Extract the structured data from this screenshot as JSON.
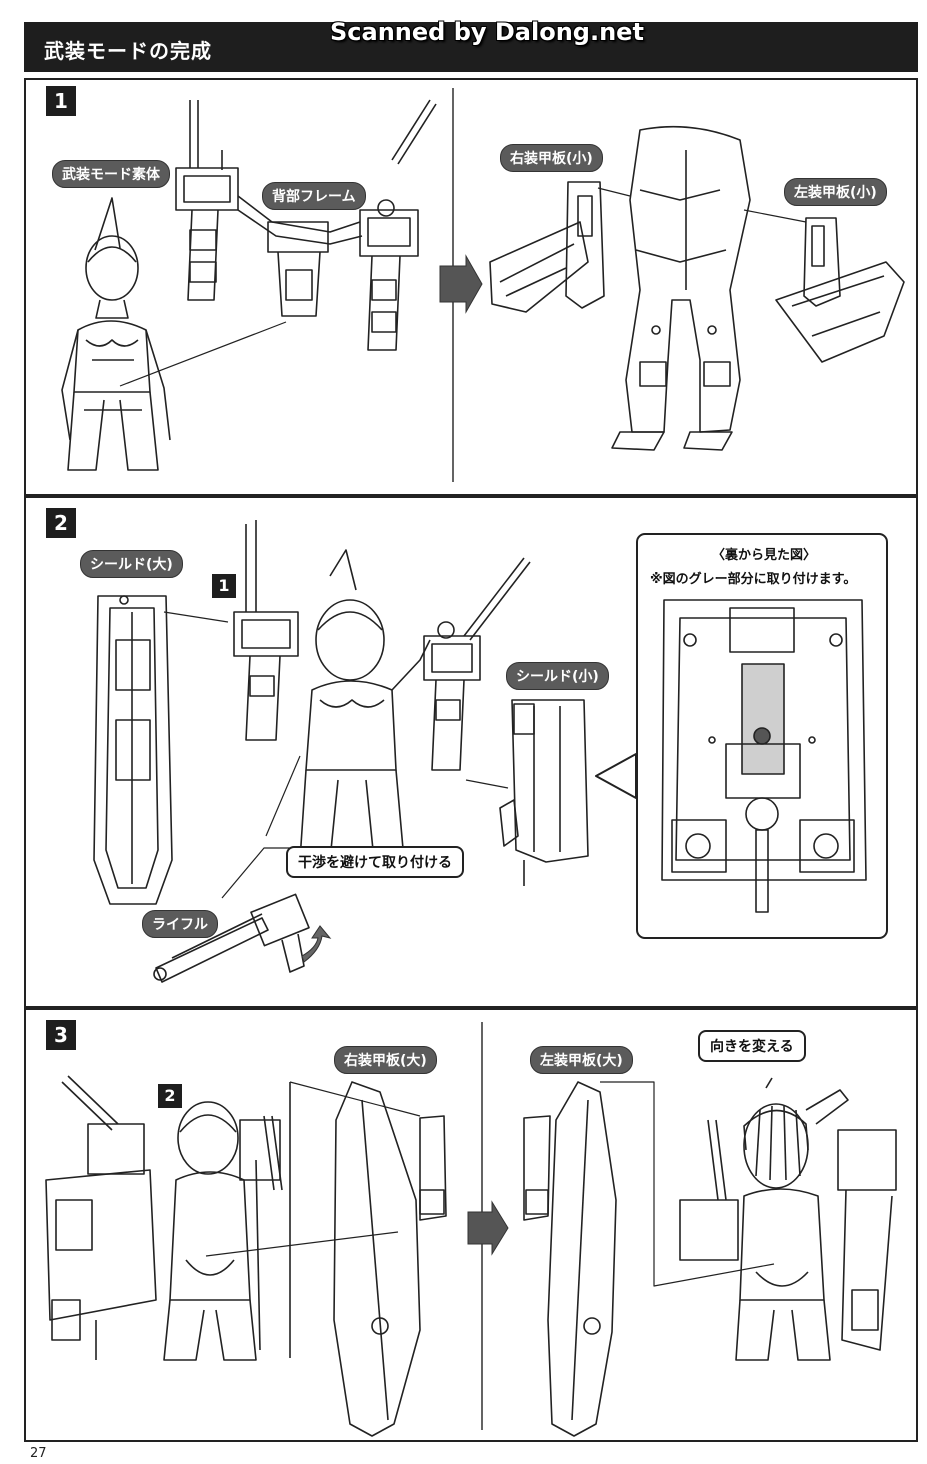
{
  "header": {
    "title": "武装モードの完成",
    "watermark": "Scanned by Dalong.net"
  },
  "steps": [
    {
      "number": "1",
      "labels": {
        "body": "武装モード素体",
        "back_frame": "背部フレーム",
        "right_armor_small": "右装甲板(小)",
        "left_armor_small": "左装甲板(小)"
      }
    },
    {
      "number": "2",
      "ref": "1",
      "labels": {
        "shield_large": "シールド(大)",
        "shield_small": "シールド(小)",
        "avoid_interference": "干渉を避けて取り付ける",
        "rifle": "ライフル"
      },
      "inset": {
        "title": "〈裏から見た図〉",
        "note": "※図のグレー部分に取り付けます。"
      }
    },
    {
      "number": "3",
      "ref": "2",
      "labels": {
        "right_armor_large": "右装甲板(大)",
        "left_armor_large": "左装甲板(大)",
        "change_direction": "向きを変える"
      }
    }
  ],
  "page_number": "27",
  "colors": {
    "dark": "#1e1e1e",
    "pill": "#5b5b5b",
    "arrow": "#555555",
    "line": "#222222"
  },
  "icons": [
    "right-arrow-icon",
    "rotate-arrow-icon"
  ]
}
